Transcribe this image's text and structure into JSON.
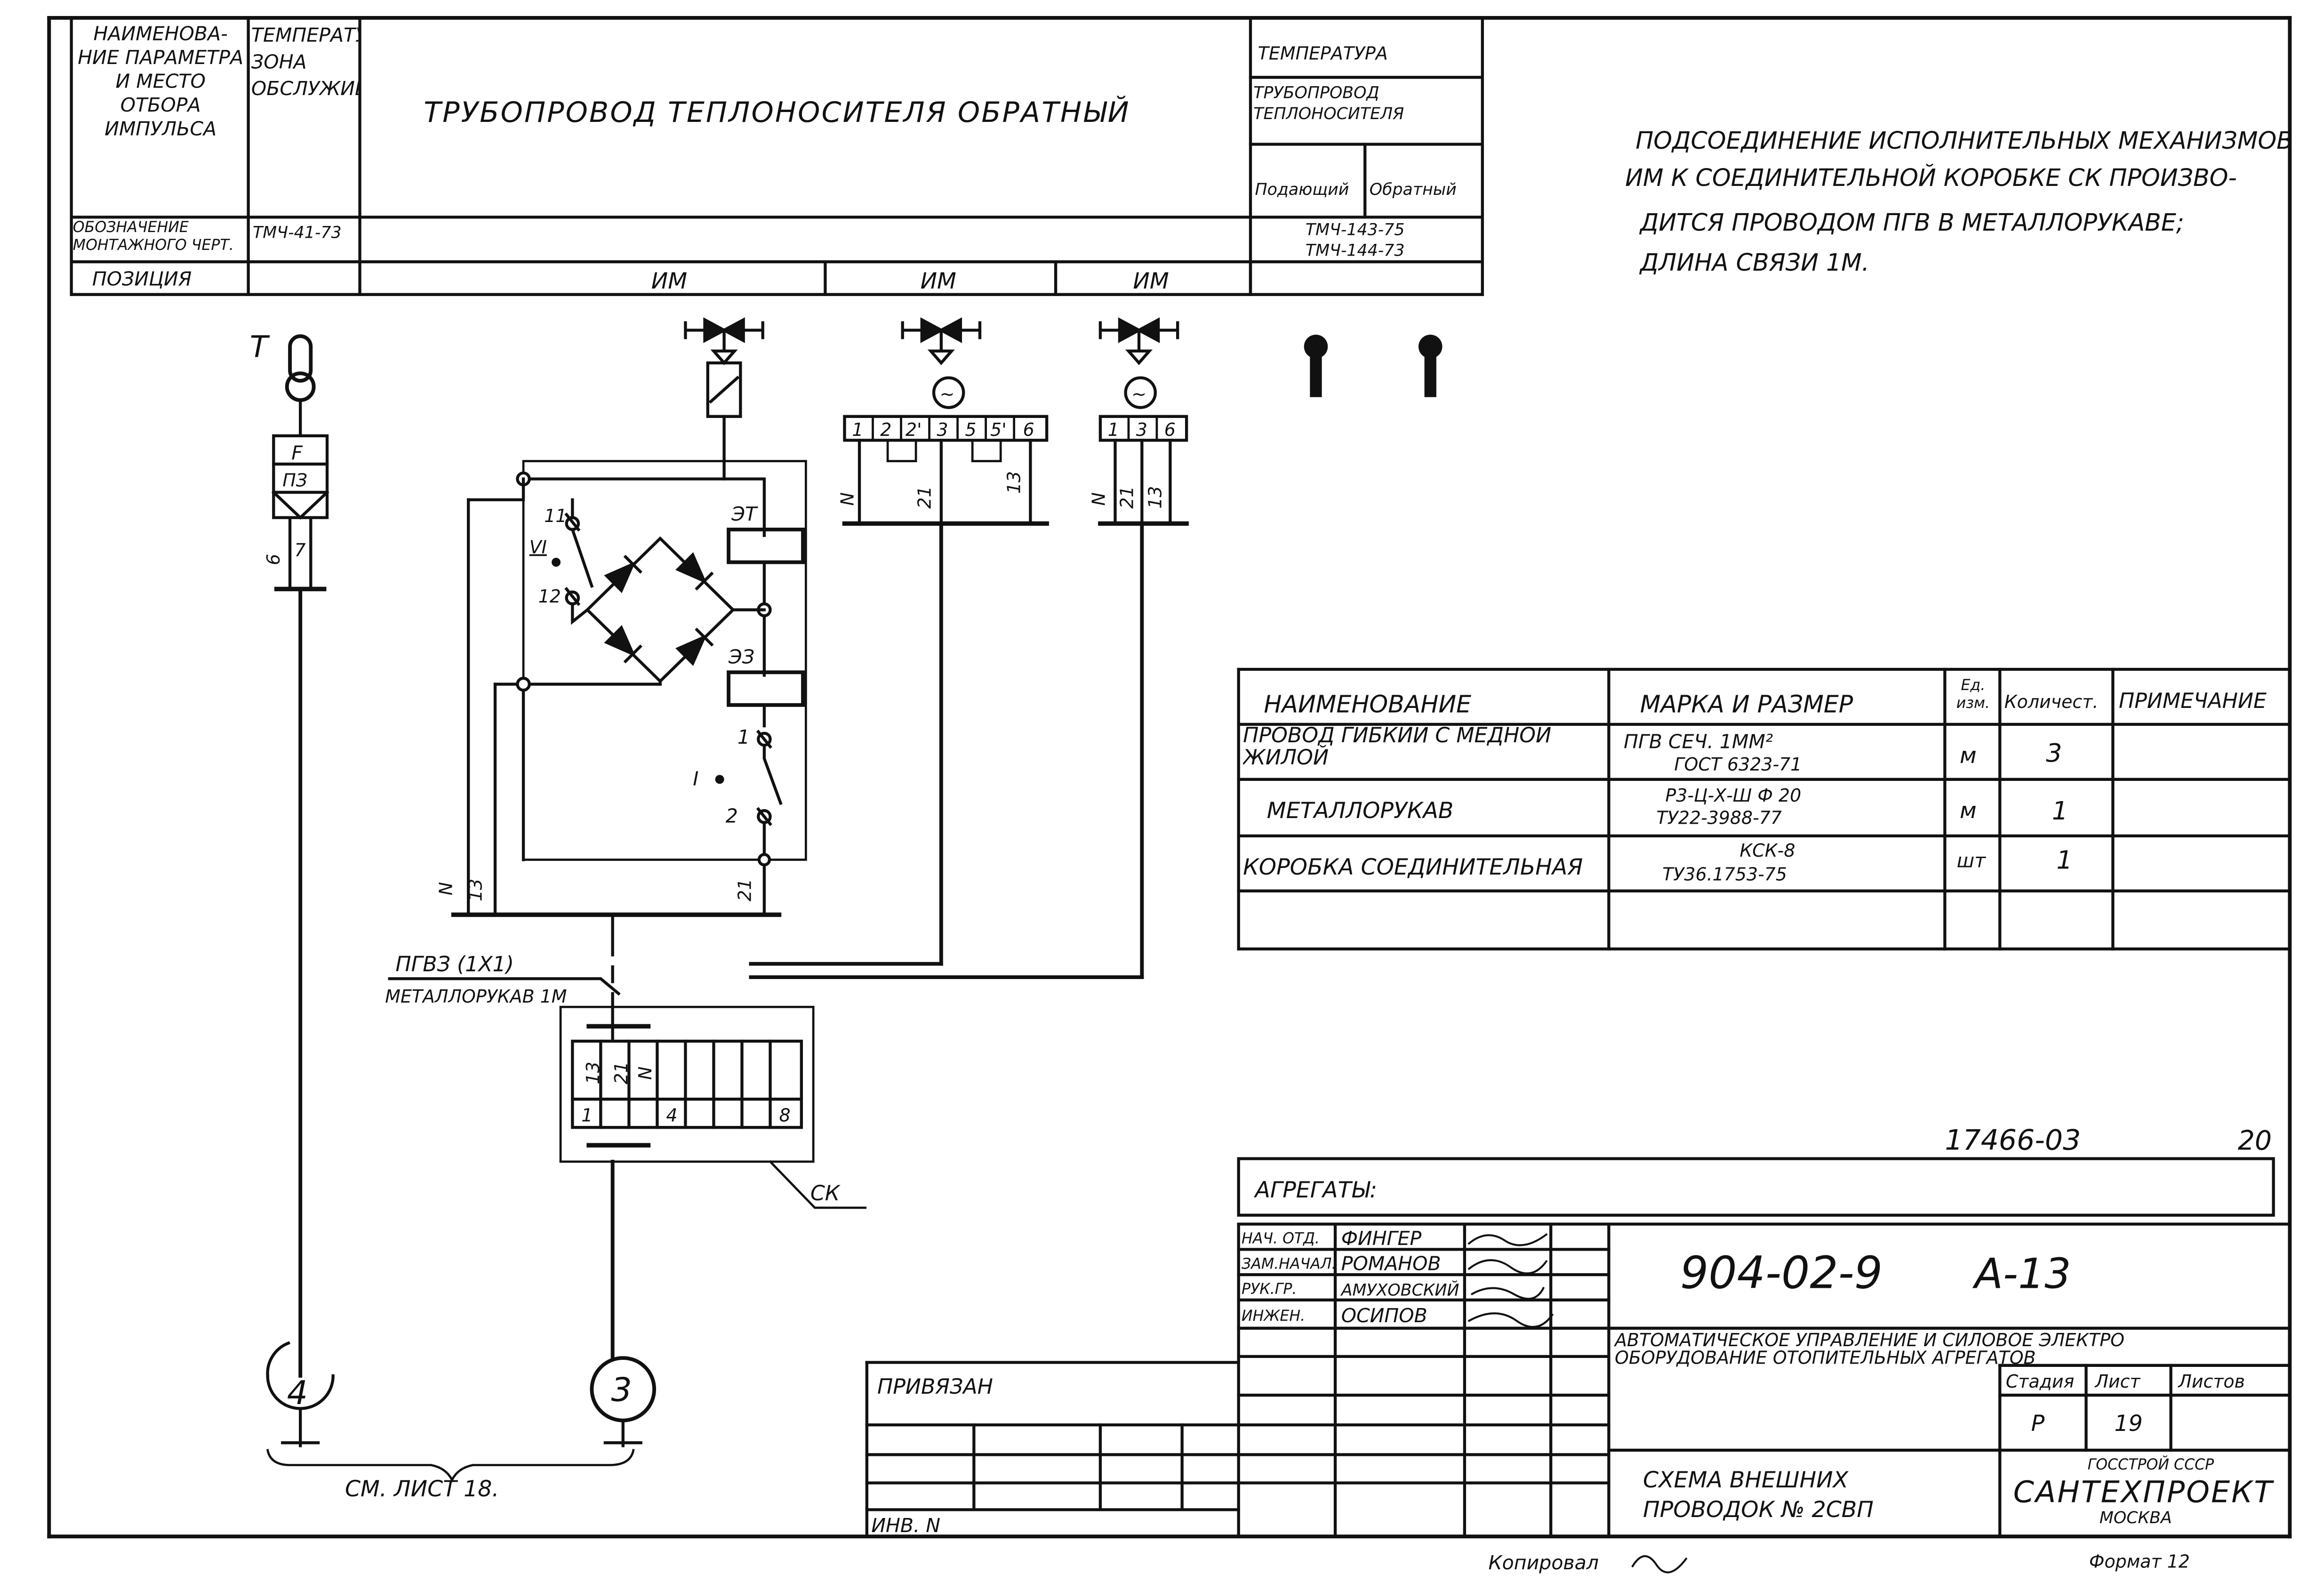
{
  "header_table": {
    "row1_col1": "Наименова-ние параметра и место отбора импульса",
    "row1_col2": "Температура Зона обслуживания",
    "title": "Трубопровод теплоносителя обратный",
    "temp_header": "Температура",
    "pipe_header": "Трубопровод теплоносителя",
    "supply": "Подающий",
    "return": "Обратный",
    "row2_col1": "Обозначение монтажного черт.",
    "row2_col2": "ТМЧ-41-73",
    "row2_right_1": "ТМЧ-143-75",
    "row2_right_2": "ТМЧ-144-73",
    "row3_col1": "Позиция",
    "positions": [
      "ИМ",
      "ИМ",
      "ИМ"
    ]
  },
  "note": {
    "lines": [
      "Подсоединение исполнительных механизмов",
      "ИМ к соединительной коробке СК произво-",
      "дится проводом ПГВ в металлорукаве;",
      "длина связи 1м."
    ]
  },
  "schematic": {
    "sensor_label": "Т",
    "sensor_box": "ПЗ",
    "wire_6": "6",
    "wire_7": "7",
    "relay_et": "ЭТ",
    "relay_ez": "ЭЗ",
    "contact_11": "11",
    "contact_12": "12",
    "contact_1": "1",
    "contact_2": "2",
    "roman_vi": "VI",
    "roman_i": "I",
    "terminals_1": [
      "1",
      "2",
      "2'",
      "3",
      "5",
      "5'",
      "6"
    ],
    "terminals_2": [
      "1",
      "3",
      "6"
    ],
    "wire_n": "N",
    "wire_13": "13",
    "wire_21": "21",
    "cable_1": "ПГВЗ (1х1)",
    "cable_2": "МЕТАЛЛОРУКАВ 1м",
    "box_top": [
      "13",
      "21",
      "N",
      "",
      "",
      "",
      "",
      ""
    ],
    "box_bottom": [
      "1",
      "",
      "",
      "4",
      "",
      "",
      "",
      "8"
    ],
    "box_label": "СК",
    "ref_left": "4",
    "ref_right": "3",
    "see_sheet": "см. лист 18."
  },
  "spec_table": {
    "headers": [
      "Наименование",
      "Марка и размер",
      "Ед. изм.",
      "Количест.",
      "Примечание"
    ],
    "rows": [
      {
        "name": "Провод гибкий с медной жилой",
        "mark": "ПГВ сеч. 1мм²",
        "mark2": "ГОСТ 6323-71",
        "unit": "м",
        "qty": "3",
        "note": ""
      },
      {
        "name": "Металлорукав",
        "mark": "Р3-Ц-Х-Ш ф 20",
        "mark2": "ТУ22-3988-77",
        "unit": "м",
        "qty": "1",
        "note": ""
      },
      {
        "name": "Коробка соединительная",
        "mark": "КСК-8",
        "mark2": "ТУ36.1753-75",
        "unit": "шт",
        "qty": "1",
        "note": ""
      }
    ]
  },
  "title_block": {
    "doc_ref": "17466-03",
    "page_no": "20",
    "aggregates": "Агрегаты:",
    "signers": [
      {
        "role": "Нач. отд.",
        "name": "Фингер"
      },
      {
        "role": "Зам.начал.",
        "name": "Романов"
      },
      {
        "role": "Рук.гр.",
        "name": "Амуховский"
      },
      {
        "role": "Инжен.",
        "name": "Осипов"
      }
    ],
    "code": "904-02-9",
    "album": "А-13",
    "subject_1": "Автоматическое управление и силовое электро",
    "subject_2": "оборудование отопительных агрегатов",
    "stage_h": "Стадия",
    "sheet_h": "Лист",
    "sheets_h": "Листов",
    "stage": "Р",
    "sheet": "19",
    "drawing_title_1": "Схема внешних",
    "drawing_title_2": "проводок № 2СВП",
    "org_1": "ГОССТРОЙ СССР",
    "org_2": "САНТЕХПРОЕКТ",
    "org_3": "МОСКВА",
    "privyazan": "Привязан",
    "inv": "Инв. N",
    "copied": "Копировал",
    "format": "Формат 12"
  }
}
